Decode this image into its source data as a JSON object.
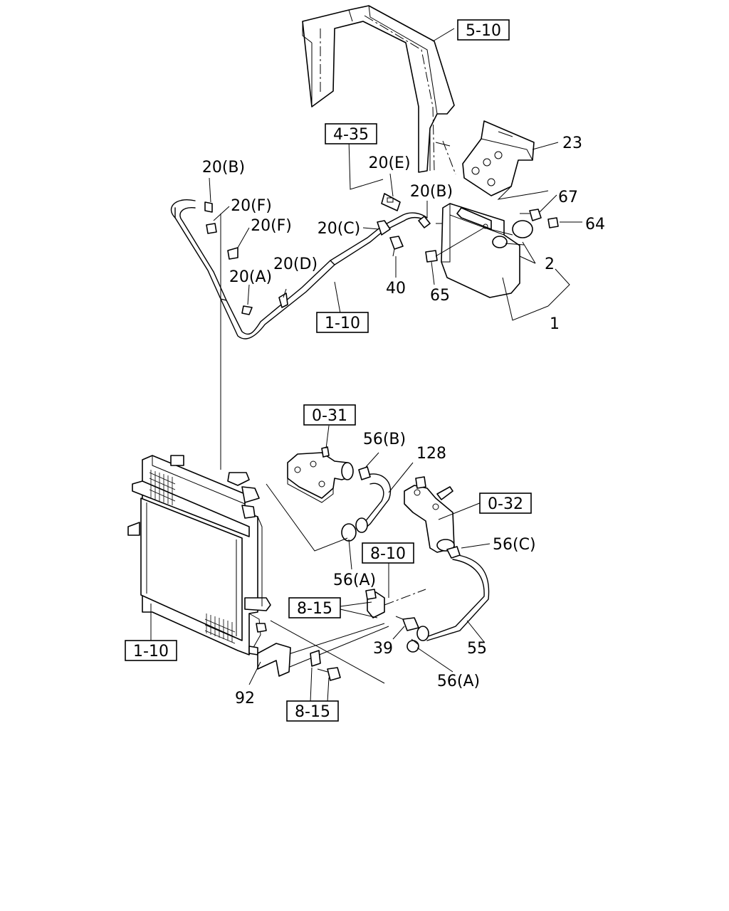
{
  "callouts": [
    {
      "id": "c23",
      "text": "23"
    },
    {
      "id": "c20b1",
      "text": "20(B)"
    },
    {
      "id": "c20e",
      "text": "20(E)"
    },
    {
      "id": "c20b2",
      "text": "20(B)"
    },
    {
      "id": "c67",
      "text": "67"
    },
    {
      "id": "c20f1",
      "text": "20(F)"
    },
    {
      "id": "c64",
      "text": "64"
    },
    {
      "id": "c20f2",
      "text": "20(F)"
    },
    {
      "id": "c20c",
      "text": "20(C)"
    },
    {
      "id": "c2",
      "text": "2"
    },
    {
      "id": "c20d",
      "text": "20(D)"
    },
    {
      "id": "c20a",
      "text": "20(A)"
    },
    {
      "id": "c40",
      "text": "40"
    },
    {
      "id": "c65",
      "text": "65"
    },
    {
      "id": "c1",
      "text": "1"
    },
    {
      "id": "c56b",
      "text": "56(B)"
    },
    {
      "id": "c128",
      "text": "128"
    },
    {
      "id": "c56c",
      "text": "56(C)"
    },
    {
      "id": "c56a1",
      "text": "56(A)"
    },
    {
      "id": "c39",
      "text": "39"
    },
    {
      "id": "c55",
      "text": "55"
    },
    {
      "id": "c56a2",
      "text": "56(A)"
    },
    {
      "id": "c92",
      "text": "92"
    }
  ],
  "references": [
    {
      "id": "r510",
      "text": "5-10"
    },
    {
      "id": "r435",
      "text": "4-35"
    },
    {
      "id": "r110a",
      "text": "1-10"
    },
    {
      "id": "r031",
      "text": "0-31"
    },
    {
      "id": "r032",
      "text": "0-32"
    },
    {
      "id": "r810",
      "text": "8-10"
    },
    {
      "id": "r815a",
      "text": "8-15"
    },
    {
      "id": "r110b",
      "text": "1-10"
    },
    {
      "id": "r815b",
      "text": "8-15"
    }
  ]
}
